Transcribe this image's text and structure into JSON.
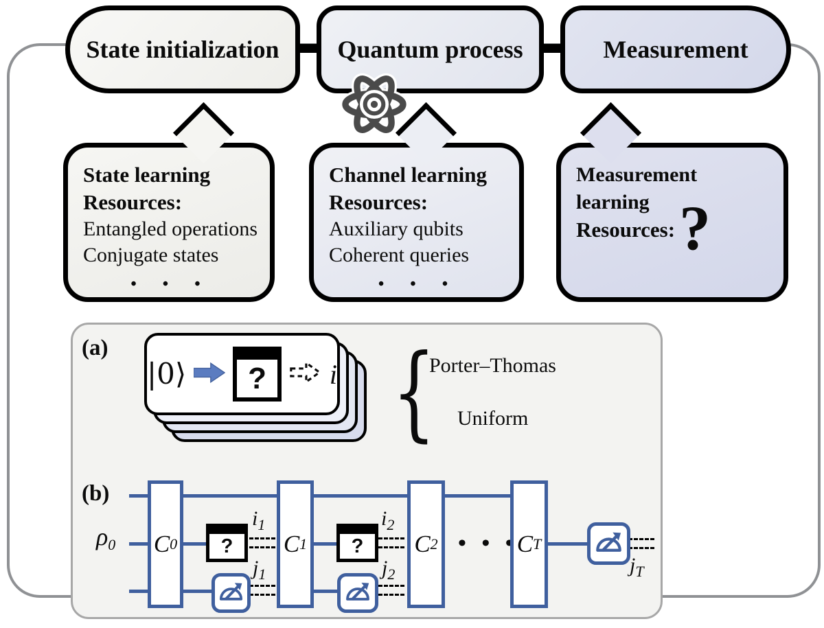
{
  "colors": {
    "accent_blue": "#3f5f9e",
    "arrow_blue": "#5b7cc0",
    "stage1_fill": "#f5f5f2",
    "stage2_fill": "#e8ebf2",
    "stage3_fill": "#d9dcec",
    "panel_fill": "#f3f3f1",
    "frame_gray": "#8f9194",
    "atom_gray": "#4a4a4a"
  },
  "stages": [
    {
      "label": "State initialization"
    },
    {
      "label": "Quantum process"
    },
    {
      "label": "Measurement"
    }
  ],
  "bubbles": [
    {
      "title": "State learning",
      "resources": "Resources:",
      "line1": "Entangled operations",
      "line2": "Conjugate states",
      "dots": "• • •"
    },
    {
      "title": "Channel learning",
      "resources": "Resources:",
      "line1": "Auxiliary qubits",
      "line2": "Coherent queries",
      "dots": "• • •"
    },
    {
      "title": "Measurement learning",
      "resources": "Resources:",
      "question": "?"
    }
  ],
  "panel_a": {
    "label": "(a)",
    "ket": "|0⟩",
    "unknown": "?",
    "output_var": "i",
    "brace": "{",
    "options": [
      "Porter–Thomas",
      "Uniform"
    ]
  },
  "panel_b": {
    "label": "(b)",
    "input_main": "ρ",
    "input_sub": "0",
    "gates": [
      {
        "main": "C",
        "sub": "0"
      },
      {
        "main": "C",
        "sub": "1"
      },
      {
        "main": "C",
        "sub": "2"
      },
      {
        "main": "C",
        "sub": "T"
      }
    ],
    "unknown": "?",
    "i1": {
      "main": "i",
      "sub": "1"
    },
    "i2": {
      "main": "i",
      "sub": "2"
    },
    "j1": {
      "main": "j",
      "sub": "1"
    },
    "j2": {
      "main": "j",
      "sub": "2"
    },
    "jT": {
      "main": "j",
      "sub": "T"
    },
    "dots": "• • •"
  }
}
